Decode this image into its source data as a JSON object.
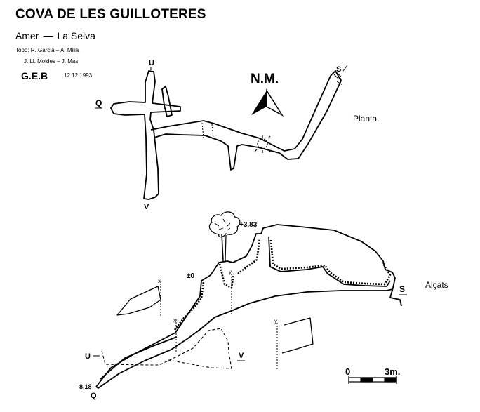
{
  "header": {
    "title": "COVA DE LES GUILLOTERES",
    "location_town": "Amer",
    "location_separator": "—",
    "location_region": "La Selva",
    "topo_line1": "Topo: R. Garcia – A. Milià",
    "topo_line2": "J. Ll. Moldes – J. Mas",
    "club": "G.E.B",
    "date": "12.12.1993"
  },
  "north": {
    "label": "N.M."
  },
  "plan": {
    "view_label": "Planta",
    "point_u": "U",
    "point_v": "V",
    "point_q": "Q",
    "point_s": "S"
  },
  "section": {
    "view_label": "Alçats",
    "elev_top": "+3,83",
    "elev_zero": "±0",
    "elev_bottom": "-8,18",
    "point_u": "U",
    "point_v": "V",
    "point_q": "Q",
    "point_s": "S",
    "point_x": "x",
    "point_y": "y"
  },
  "scale": {
    "start": "0",
    "end": "3m."
  },
  "colors": {
    "ink": "#000000",
    "paper": "#ffffff"
  }
}
